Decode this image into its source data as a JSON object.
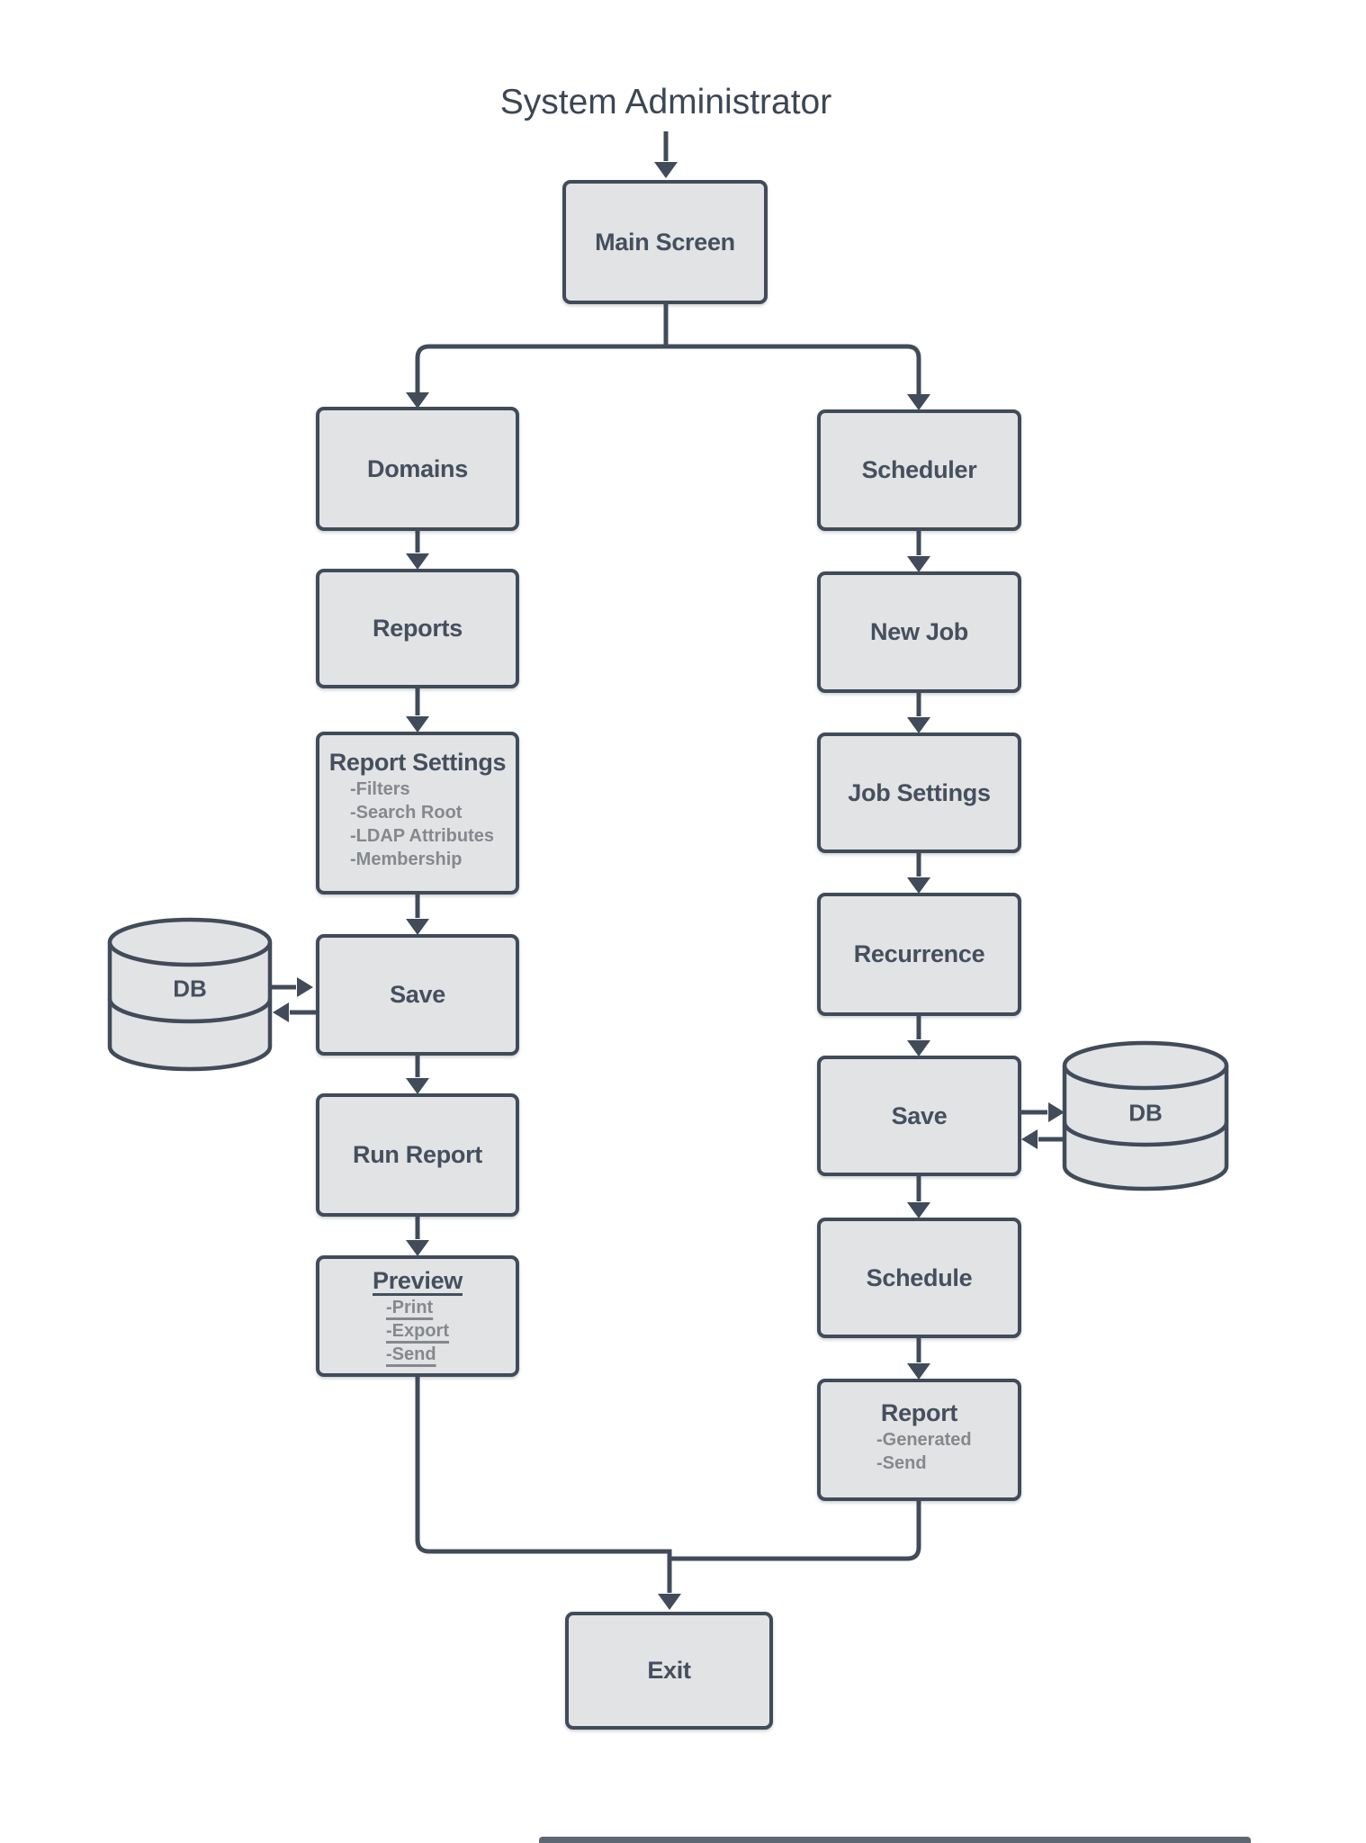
{
  "title": "System Administrator",
  "colors": {
    "line": "#414b59",
    "boxFill": "#e2e3e5",
    "labelText": "#454f5d",
    "subText": "#85888c",
    "titleText": "#3c4654",
    "bg": "#ffffff",
    "croppedBar": "#5d6773"
  },
  "nodes": {
    "main_screen": {
      "label": "Main Screen"
    },
    "domains": {
      "label": "Domains"
    },
    "reports": {
      "label": "Reports"
    },
    "report_settings": {
      "label": "Report Settings",
      "items": [
        "-Filters",
        "-Search Root",
        "-LDAP Attributes",
        "-Membership"
      ]
    },
    "save_left": {
      "label": "Save"
    },
    "db_left": {
      "label": "DB"
    },
    "run_report": {
      "label": "Run Report"
    },
    "preview": {
      "label": "Preview",
      "items": [
        "-Print",
        "-Export",
        "-Send"
      ]
    },
    "scheduler": {
      "label": "Scheduler"
    },
    "new_job": {
      "label": "New Job"
    },
    "job_settings": {
      "label": "Job Settings"
    },
    "recurrence": {
      "label": "Recurrence"
    },
    "save_right": {
      "label": "Save"
    },
    "db_right": {
      "label": "DB"
    },
    "schedule": {
      "label": "Schedule"
    },
    "report": {
      "label": "Report",
      "items": [
        "-Generated",
        "-Send"
      ]
    },
    "exit": {
      "label": "Exit"
    }
  }
}
